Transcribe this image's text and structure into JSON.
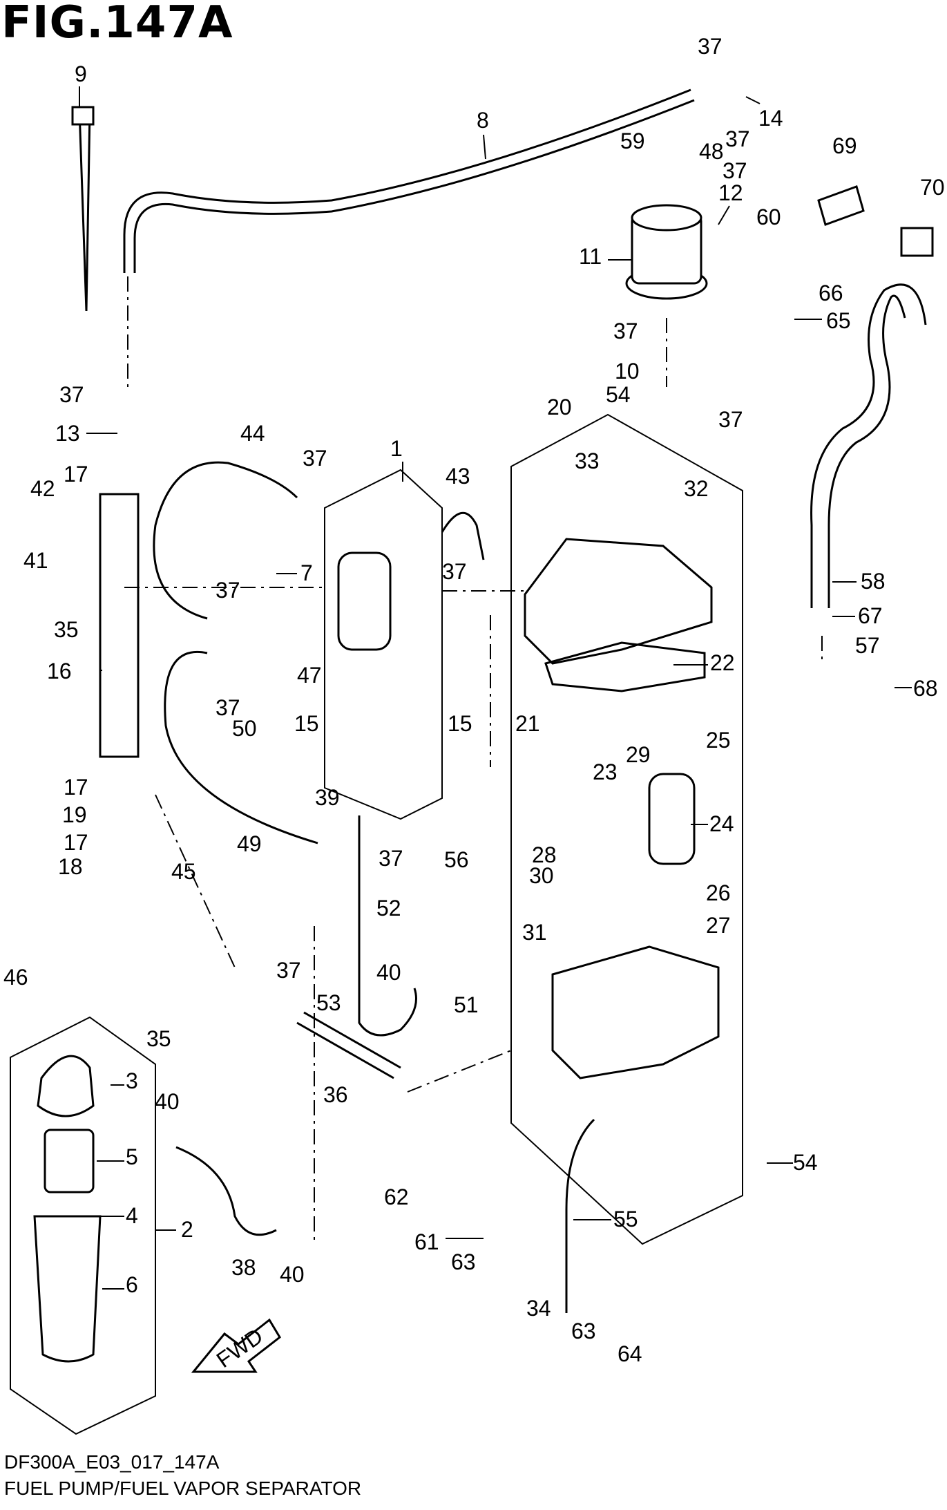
{
  "header": {
    "title": "FIG.147A"
  },
  "footer": {
    "code": "DF300A_E03_017_147A",
    "caption": "FUEL PUMP/FUEL VAPOR SEPARATOR"
  },
  "fwd_label": "FWD",
  "labels": [
    "1",
    "2",
    "3",
    "4",
    "5",
    "6",
    "7",
    "8",
    "9",
    "10",
    "11",
    "12",
    "13",
    "14",
    "15",
    "15",
    "16",
    "17",
    "17",
    "17",
    "18",
    "19",
    "20",
    "21",
    "22",
    "23",
    "24",
    "25",
    "26",
    "27",
    "28",
    "29",
    "30",
    "31",
    "32",
    "33",
    "34",
    "35",
    "35",
    "36",
    "37",
    "37",
    "37",
    "37",
    "37",
    "37",
    "37",
    "37",
    "37",
    "37",
    "37",
    "37",
    "38",
    "39",
    "40",
    "40",
    "40",
    "41",
    "42",
    "43",
    "44",
    "45",
    "46",
    "47",
    "48",
    "49",
    "50",
    "51",
    "52",
    "53",
    "54",
    "54",
    "55",
    "56",
    "57",
    "58",
    "59",
    "60",
    "61",
    "62",
    "63",
    "63",
    "64",
    "65",
    "66",
    "67",
    "68",
    "69",
    "70"
  ]
}
